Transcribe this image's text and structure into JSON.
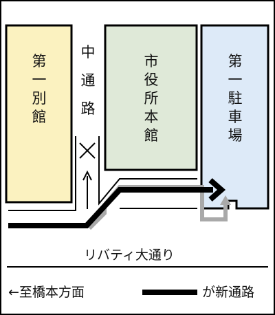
{
  "map": {
    "buildings": {
      "annex_1": {
        "label": "第一別館",
        "fill": "#fbf2c0"
      },
      "city_hall": {
        "label": "市役所本館",
        "fill": "#dfe9d8"
      },
      "parking_1": {
        "label": "第一駐車場",
        "fill": "#ddeaf8"
      }
    },
    "street_label": "中通路",
    "main_road_label": "リバティ大通り",
    "direction_label": "←至橋本方面",
    "legend": {
      "label": "が新通路",
      "line_color": "#000000"
    },
    "colors": {
      "new_route": "#000000",
      "old_route": "#a9a9a9",
      "border": "#000000"
    },
    "icons": {
      "no_entry": "x-mark-icon",
      "one_way": "up-arrow-icon"
    }
  }
}
